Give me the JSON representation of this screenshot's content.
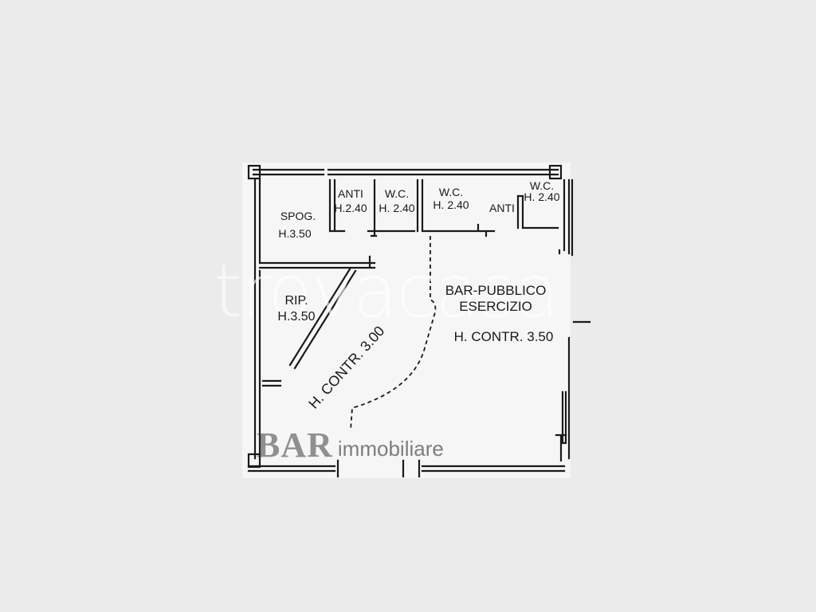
{
  "rooms": {
    "spogliatoio": {
      "name": "SPOG.",
      "height": "H.3.50"
    },
    "anti_1": {
      "name": "ANTI",
      "height": "H.2.40"
    },
    "wc_1": {
      "name": "W.C.",
      "height": "H. 2.40"
    },
    "wc_2": {
      "name": "W.C.",
      "height": "H. 2.40"
    },
    "anti_2": {
      "name": "ANTI"
    },
    "wc_3": {
      "name": "W.C.",
      "height": "H. 2.40"
    },
    "ripostiglio": {
      "name": "RIP.",
      "height": "H.3.50"
    },
    "bar_main": {
      "line1": "BAR-PUBBLICO",
      "line2": "ESERCIZIO",
      "height": "H. CONTR. 3.50"
    },
    "corridor": {
      "height": "H. CONTR. 3.00"
    }
  },
  "watermark": {
    "text": "trovacasa"
  },
  "logo": {
    "mark": "BAR",
    "text": "immobiliare"
  },
  "colors": {
    "background": "#ebebeb",
    "paper": "#f6f6f6",
    "ink": "#1a1a1a"
  }
}
